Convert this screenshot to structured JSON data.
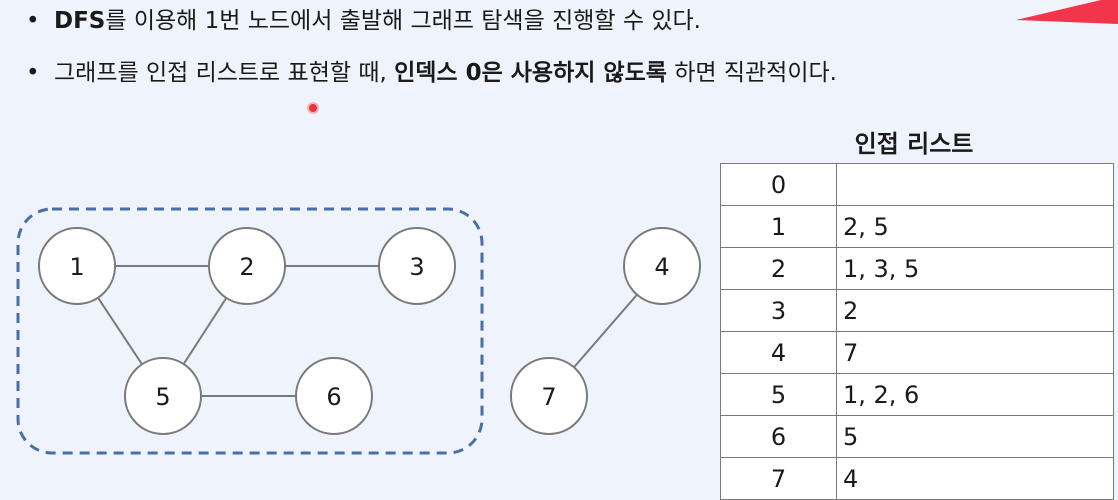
{
  "bullets": [
    {
      "bold_prefix": "DFS",
      "text": "를 이용해 1번 노드에서 출발해 그래프 탐색을 진행할 수 있다.",
      "bold_mid": "",
      "suffix": ""
    },
    {
      "bold_prefix": "",
      "text": "그래프를 인접 리스트로 표현할 때, ",
      "bold_mid": "인덱스 0은 사용하지 않도록",
      "suffix": " 하면 직관적이다."
    }
  ],
  "graph": {
    "nodes": [
      "1",
      "2",
      "3",
      "4",
      "5",
      "6",
      "7"
    ],
    "edges": [
      [
        "1",
        "2"
      ],
      [
        "2",
        "3"
      ],
      [
        "1",
        "5"
      ],
      [
        "2",
        "5"
      ],
      [
        "5",
        "6"
      ],
      [
        "4",
        "7"
      ]
    ],
    "highlight_group": [
      "1",
      "2",
      "3",
      "5",
      "6"
    ]
  },
  "table": {
    "title": "인접 리스트",
    "rows": [
      {
        "index": "0",
        "value": ""
      },
      {
        "index": "1",
        "value": "2, 5"
      },
      {
        "index": "2",
        "value": "1, 3, 5"
      },
      {
        "index": "3",
        "value": "2"
      },
      {
        "index": "4",
        "value": "7"
      },
      {
        "index": "5",
        "value": "1, 2, 6"
      },
      {
        "index": "6",
        "value": "5"
      },
      {
        "index": "7",
        "value": "4"
      }
    ]
  },
  "colors": {
    "background": "#eef3fc",
    "dashed_group": "#4a6fa8",
    "accent": "#f2354b",
    "node_stroke": "#7a7a7a"
  }
}
